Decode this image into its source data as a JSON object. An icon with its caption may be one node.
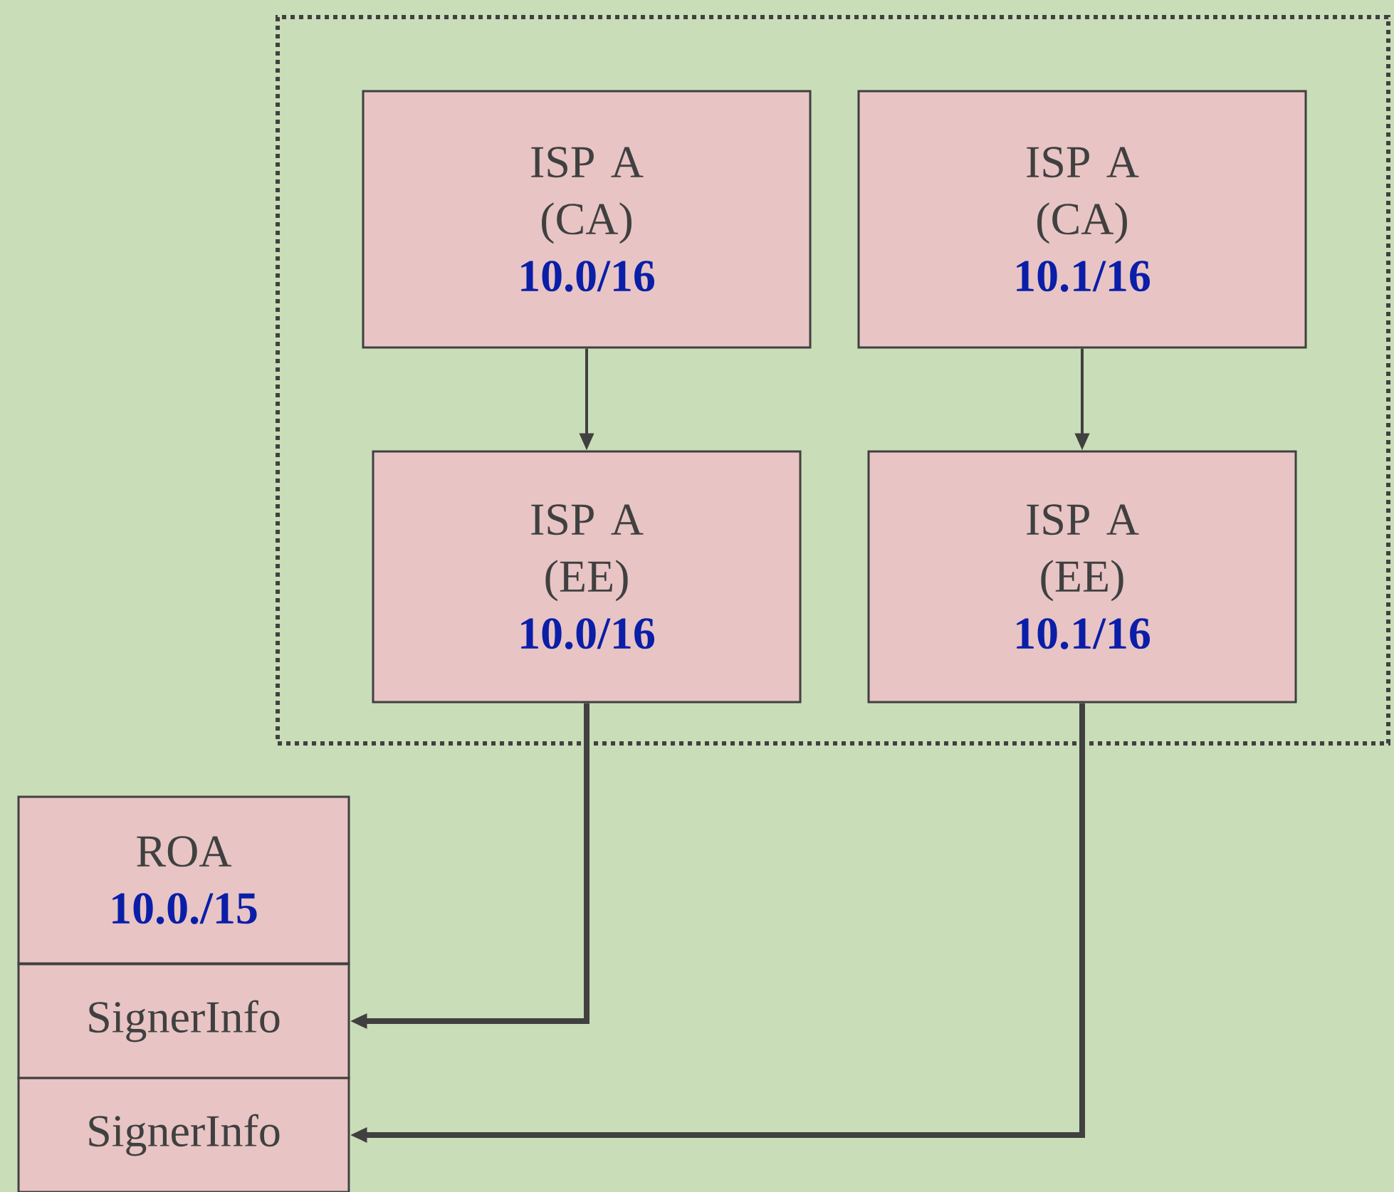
{
  "diagram": {
    "nodes": [
      {
        "text": [],
        "shape": "box"
      },
      {
        "text": [
          "ISP A (CA)",
          "10.0/16"
        ],
        "in": 0
      },
      {
        "text": [
          "ISP A (CA)",
          "10.1/16"
        ],
        "in": 0
      },
      {
        "text": [
          "ISP A (EE)",
          "10.0/16"
        ],
        "in": 0
      },
      {
        "text": [
          "ISP A (EE)",
          "10.1/16"
        ],
        "in": 0
      },
      {
        "text": [
          "ROA",
          "10.0./15"
        ]
      },
      {
        "text": [
          "SignerInfo"
        ]
      },
      {
        "text": [
          "SignerInfo"
        ]
      }
    ],
    "edges": [
      {
        "from": 1,
        "to": 3,
        "arrow": "to"
      },
      {
        "from": 2,
        "to": 4,
        "arrow": "to"
      },
      {
        "from": 3,
        "to": 6,
        "arrow": "to",
        "style": "thick"
      },
      {
        "from": 4,
        "to": 7,
        "arrow": "to",
        "style": "thick"
      }
    ]
  }
}
